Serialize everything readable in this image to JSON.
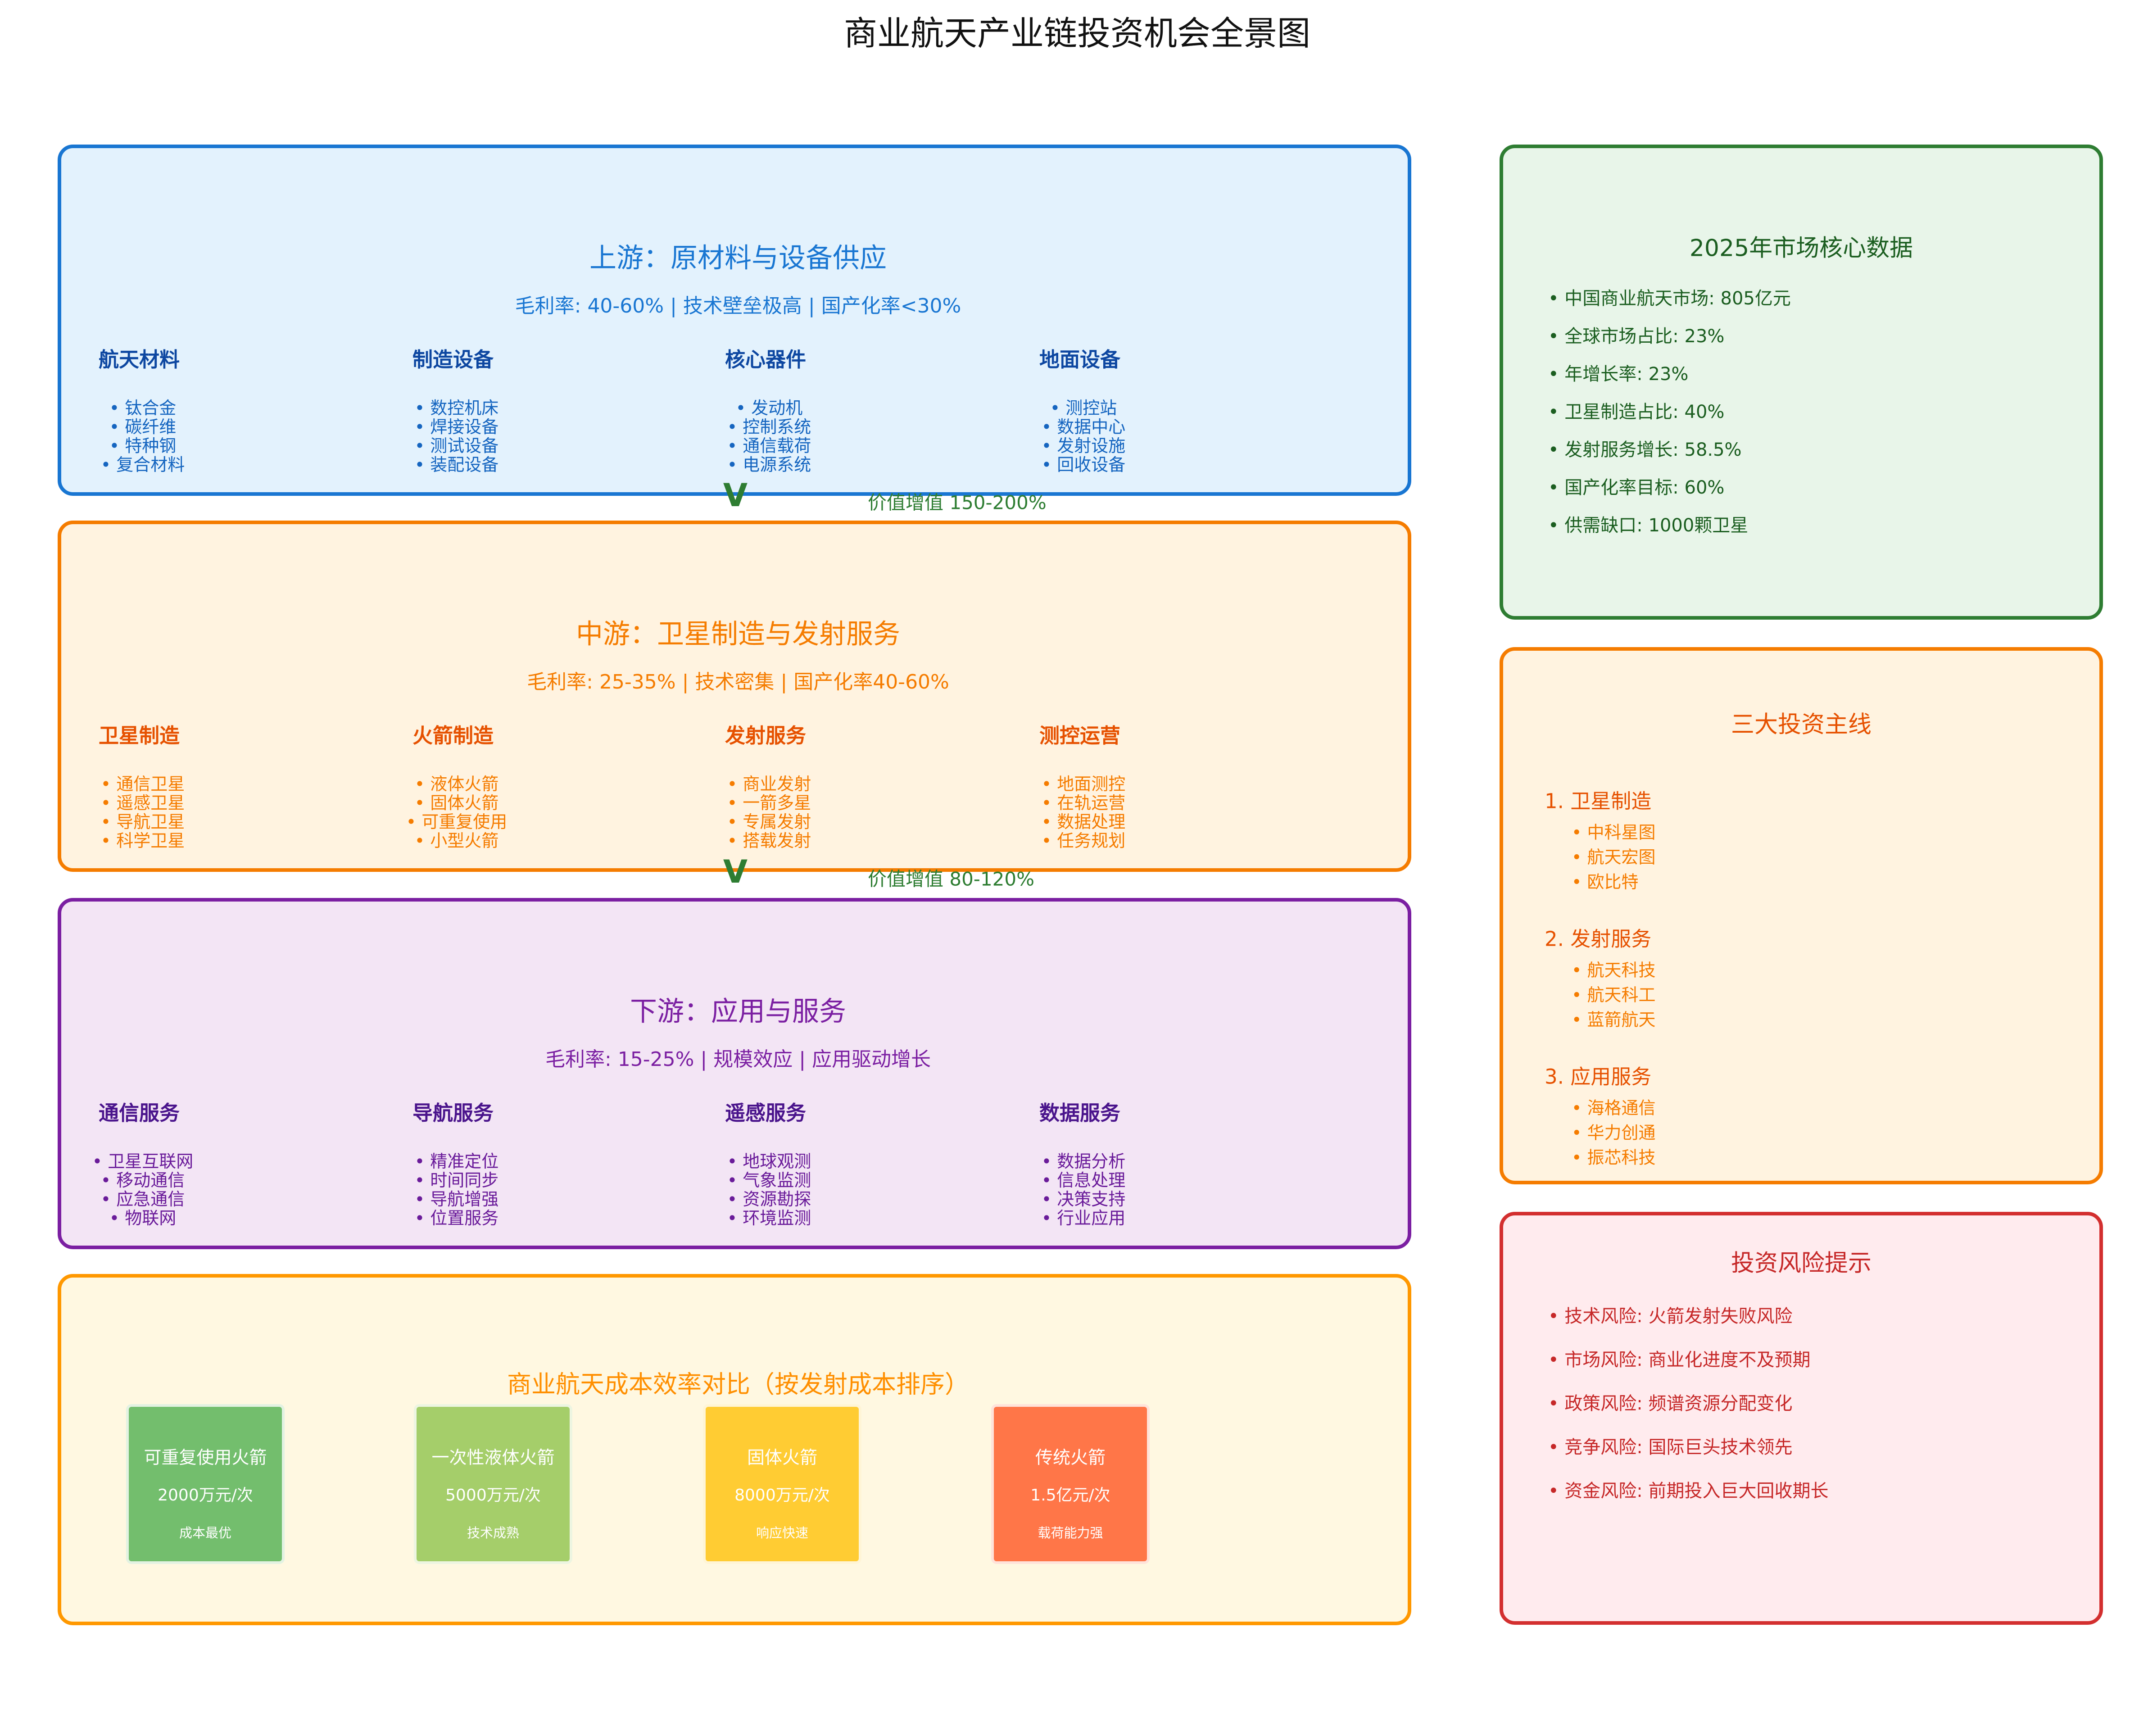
{
  "title": "商业航天产业链投资机会全景图",
  "stages": [
    {
      "key": "upstream",
      "title": "上游：原材料与设备供应",
      "subtitle": "毛利率: 40-60% | 技术壁垒极高 | 国产化率<30%",
      "colors": {
        "bg": "#E3F2FD",
        "border": "#1976D2",
        "title": "#1976D2",
        "header": "#0D47A1",
        "item": "#1565C0"
      },
      "columns": [
        {
          "header": "航天材料",
          "items": [
            "• 钛合金",
            "• 碳纤维",
            "• 特种钢",
            "• 复合材料"
          ]
        },
        {
          "header": "制造设备",
          "items": [
            "• 数控机床",
            "• 焊接设备",
            "• 测试设备",
            "• 装配设备"
          ]
        },
        {
          "header": "核心器件",
          "items": [
            "• 发动机",
            "• 控制系统",
            "• 通信载荷",
            "• 电源系统"
          ]
        },
        {
          "header": "地面设备",
          "items": [
            "• 测控站",
            "• 数据中心",
            "• 发射设施",
            "• 回收设备"
          ]
        }
      ]
    },
    {
      "key": "midstream",
      "title": "中游：卫星制造与发射服务",
      "subtitle": "毛利率: 25-35% | 技术密集 | 国产化率40-60%",
      "colors": {
        "bg": "#FFF3E0",
        "border": "#F57C00",
        "title": "#F57C00",
        "header": "#E65100",
        "item": "#F57C00"
      },
      "columns": [
        {
          "header": "卫星制造",
          "items": [
            "• 通信卫星",
            "• 遥感卫星",
            "• 导航卫星",
            "• 科学卫星"
          ]
        },
        {
          "header": "火箭制造",
          "items": [
            "• 液体火箭",
            "• 固体火箭",
            "• 可重复使用",
            "• 小型火箭"
          ]
        },
        {
          "header": "发射服务",
          "items": [
            "• 商业发射",
            "• 一箭多星",
            "• 专属发射",
            "• 搭载发射"
          ]
        },
        {
          "header": "测控运营",
          "items": [
            "• 地面测控",
            "• 在轨运营",
            "• 数据处理",
            "• 任务规划"
          ]
        }
      ]
    },
    {
      "key": "downstream",
      "title": "下游：应用与服务",
      "subtitle": "毛利率: 15-25% | 规模效应 | 应用驱动增长",
      "colors": {
        "bg": "#F3E5F5",
        "border": "#7B1FA2",
        "title": "#7B1FA2",
        "header": "#4A148C",
        "item": "#6A1B9A"
      },
      "columns": [
        {
          "header": "通信服务",
          "items": [
            "• 卫星互联网",
            "• 移动通信",
            "• 应急通信",
            "• 物联网"
          ]
        },
        {
          "header": "导航服务",
          "items": [
            "• 精准定位",
            "• 时间同步",
            "• 导航增强",
            "• 位置服务"
          ]
        },
        {
          "header": "遥感服务",
          "items": [
            "• 地球观测",
            "• 气象监测",
            "• 资源勘探",
            "• 环境监测"
          ]
        },
        {
          "header": "数据服务",
          "items": [
            "• 数据分析",
            "• 信息处理",
            "• 决策支持",
            "• 行业应用"
          ]
        }
      ]
    }
  ],
  "value_gains": [
    {
      "arrow": "V",
      "label": "价值增值 150-200%"
    },
    {
      "arrow": "V",
      "label": "价值增值 80-120%"
    }
  ],
  "cost": {
    "title": "商业航天成本效率对比（按发射成本排序）",
    "cards": [
      {
        "name": "可重复使用火箭",
        "price": "2000万元/次",
        "note": "成本最优",
        "color": "#73BE6D"
      },
      {
        "name": "一次性液体火箭",
        "price": "5000万元/次",
        "note": "技术成熟",
        "color": "#A5CE6A"
      },
      {
        "name": "固体火箭",
        "price": "8000万元/次",
        "note": "响应快速",
        "color": "#FFCC33"
      },
      {
        "name": "传统火箭",
        "price": "1.5亿元/次",
        "note": "载荷能力强",
        "color": "#FF7648"
      }
    ]
  },
  "market": {
    "title": "2025年市场核心数据",
    "items": [
      "• 中国商业航天市场: 805亿元",
      "• 全球市场占比: 23%",
      "• 年增长率: 23%",
      "• 卫星制造占比: 40%",
      "• 发射服务增长: 58.5%",
      "• 国产化率目标: 60%",
      "• 供需缺口: 1000颗卫星"
    ]
  },
  "invest": {
    "title": "三大投资主线",
    "groups": [
      {
        "heading": "1. 卫星制造",
        "items": [
          "• 中科星图",
          "• 航天宏图",
          "• 欧比特"
        ]
      },
      {
        "heading": "2. 发射服务",
        "items": [
          "• 航天科技",
          "• 航天科工",
          "• 蓝箭航天"
        ]
      },
      {
        "heading": "3. 应用服务",
        "items": [
          "• 海格通信",
          "• 华力创通",
          "• 振芯科技"
        ]
      }
    ]
  },
  "risk": {
    "title": "投资风险提示",
    "items": [
      "• 技术风险: 火箭发射失败风险",
      "• 市场风险: 商业化进度不及预期",
      "• 政策风险: 频谱资源分配变化",
      "• 竞争风险: 国际巨头技术领先",
      "• 资金风险: 前期投入巨大回收期长"
    ]
  }
}
